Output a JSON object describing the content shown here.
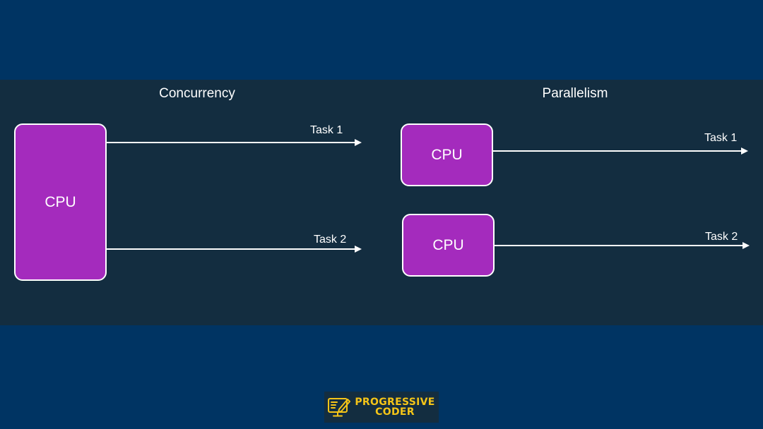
{
  "colors": {
    "background": "#003463",
    "band": "#132d40",
    "cpu_fill": "#a42bbd",
    "cpu_border": "#ffffff",
    "text": "#ffffff",
    "logo_bg": "#132d40",
    "logo_text": "#f5c518"
  },
  "concurrency": {
    "title": "Concurrency",
    "cpu_label": "CPU",
    "tasks": [
      "Task 1",
      "Task 2"
    ]
  },
  "parallelism": {
    "title": "Parallelism",
    "cpus": [
      {
        "label": "CPU",
        "task": "Task 1"
      },
      {
        "label": "CPU",
        "task": "Task 2"
      }
    ]
  },
  "logo": {
    "line1": "PROGRESSIVE",
    "line2": "CODER",
    "icon": "monitor-pencil-icon"
  }
}
